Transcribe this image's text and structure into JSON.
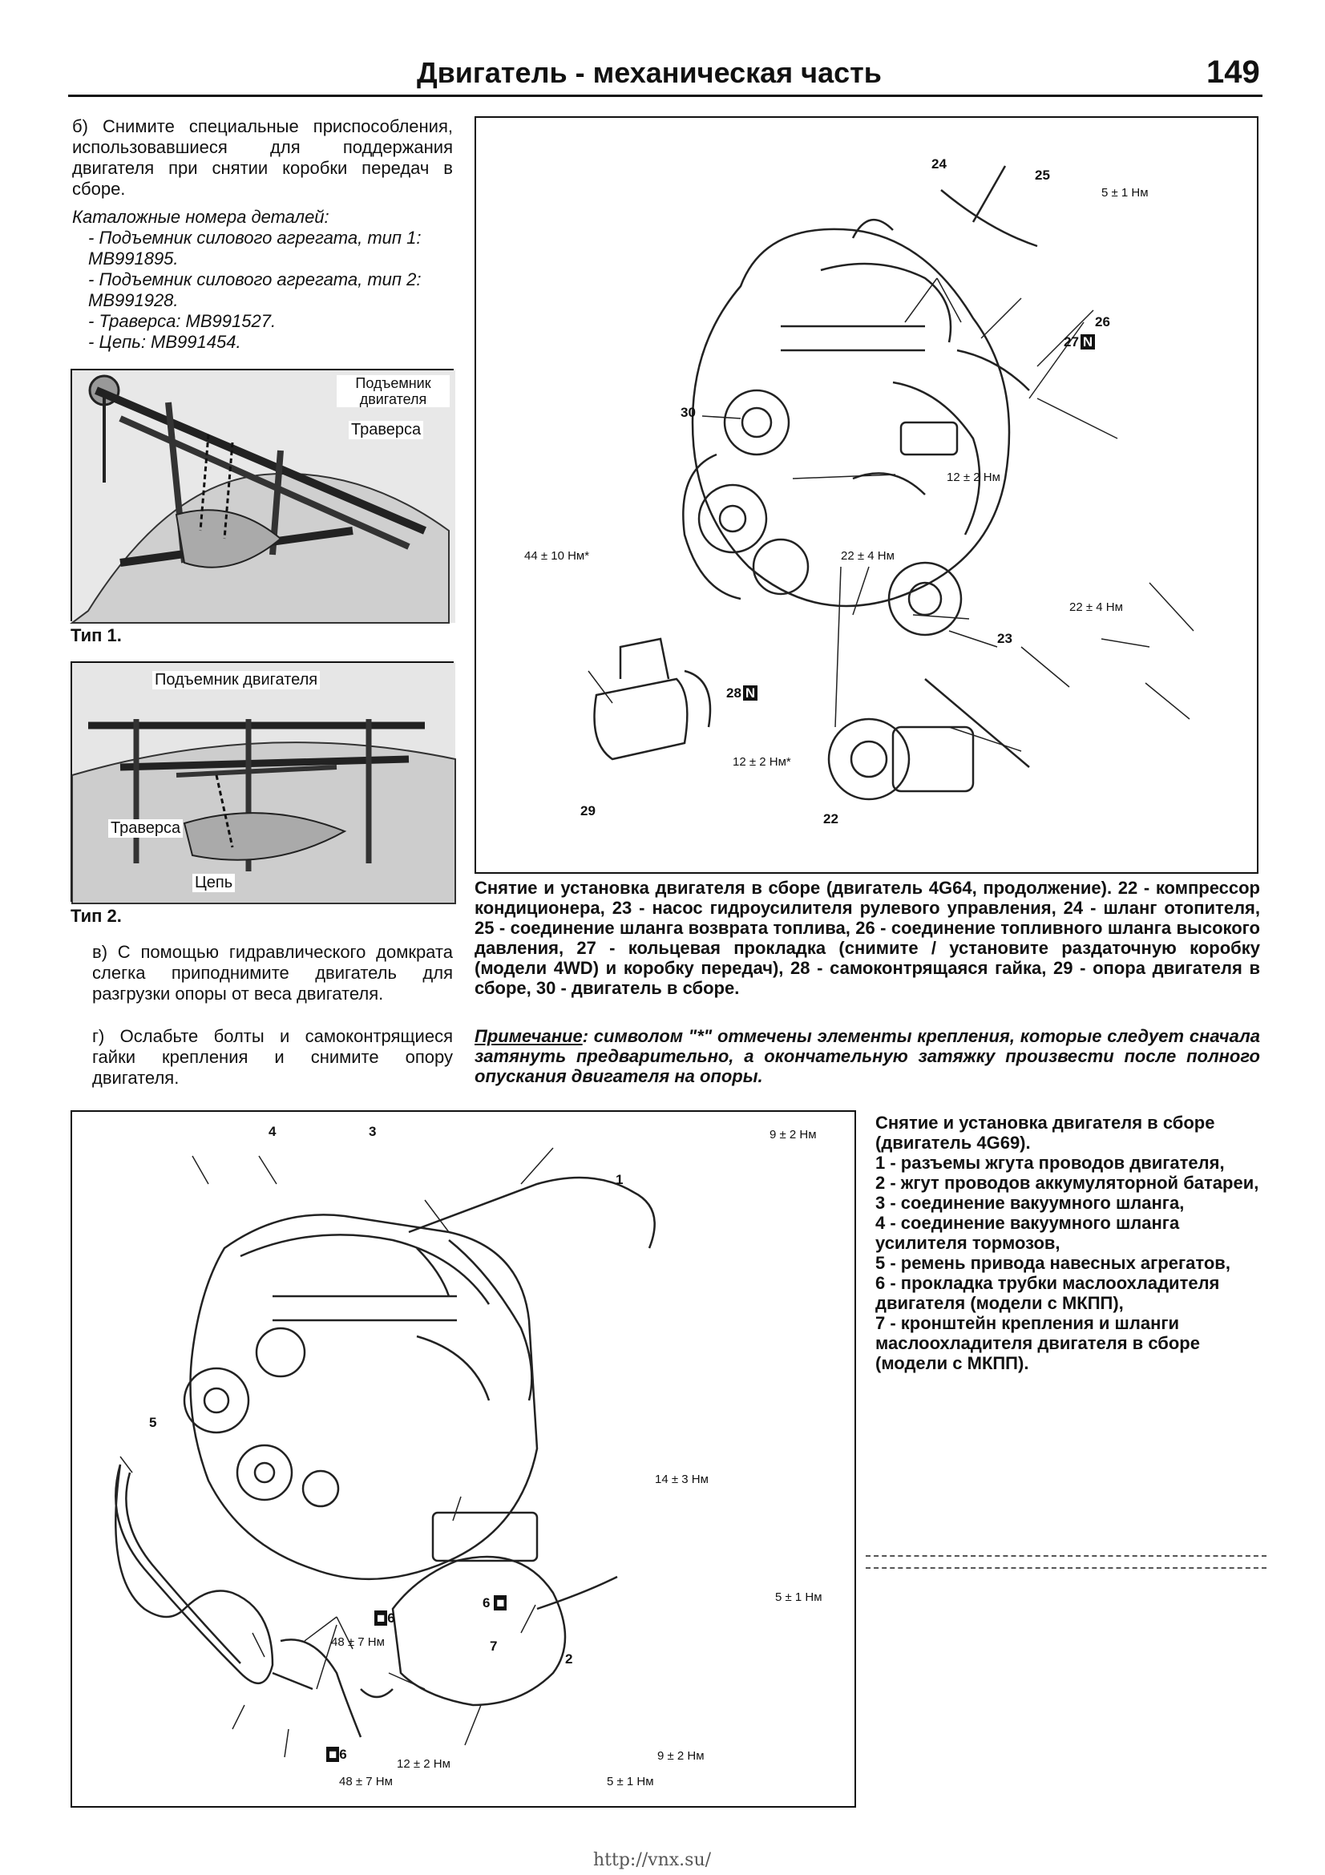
{
  "header": {
    "title": "Двигатель - механическая часть",
    "page_number": "149"
  },
  "left_column": {
    "step_b": "б) Снимите специальные приспособления, использовавшиеся для поддержания двигателя при снятии коробки передач в сборе.",
    "catalog_heading": "Каталожные номера деталей:",
    "catalog_items": [
      "- Подъемник силового агрегата, тип 1: MB991895.",
      "- Подъемник силового агрегата, тип 2: MB991928.",
      "- Траверса: MB991527.",
      "- Цепь: MB991454."
    ],
    "photo1": {
      "label_lift": "Подъемник двигателя",
      "label_beam": "Траверса",
      "caption": "Тип 1."
    },
    "photo2": {
      "label_lift": "Подъемник двигателя",
      "label_beam": "Траверса",
      "label_chain": "Цепь",
      "caption": "Тип 2."
    },
    "step_v": "в) С помощью гидравлического домкрата слегка приподнимите двигатель для разгрузки опоры от веса двигателя.",
    "step_g": "г) Ослабьте болты и самоконтрящиеся гайки крепления и снимите опору двигателя."
  },
  "figure_top": {
    "callouts": {
      "n24": "24",
      "n25": "25",
      "n26": "26",
      "n27": "27",
      "n30": "30",
      "n23": "23",
      "n28": "28",
      "n29": "29",
      "n22": "22",
      "t_5": "5 ± 1 Нм",
      "t_12a": "12 ± 2 Нм",
      "t_44": "44 ± 10 Нм*",
      "t_22a": "22 ± 4 Нм",
      "t_22b": "22 ± 4 Нм",
      "t_12b": "12 ± 2 Нм*",
      "badge_n": "N"
    },
    "caption": "Снятие и установка двигателя в сборе (двигатель 4G64, продолжение). 22 - компрессор кондиционера, 23 - насос гидроусилителя рулевого управления, 24 - шланг отопителя, 25 - соединение шланга возврата топлива, 26 - соединение топливного шланга высокого давления, 27 - кольцевая прокладка (снимите / установите раздаточную коробку (модели 4WD) и коробку передач), 28 - самоконтрящаяся гайка, 29 - опора двигателя в сборе, 30 - двигатель в сборе.",
    "note_label": "Примечание",
    "note_text": ": символом \"*\" отмечены элементы крепления, которые следует сначала затянуть предварительно, а окончательную затяжку произвести после полного опускания двигателя на опоры."
  },
  "figure_bottom": {
    "callouts": {
      "n4": "4",
      "n3": "3",
      "n1": "1",
      "n5": "5",
      "n2": "2",
      "n7": "7",
      "n6a": "6",
      "n6b": "6",
      "n6c": "6",
      "t_9a": "9 ± 2 Нм",
      "t_14": "14 ± 3 Нм",
      "t_5": "5 ± 1 Нм",
      "t_48a": "48 ± 7 Нм",
      "t_48b": "48 ± 7 Нм",
      "t_12": "12 ± 2 Нм",
      "t_9b": "9 ± 2 Нм",
      "t_5b": "5 ± 1 Нм"
    },
    "caption_title": "Снятие и установка двигателя в сборе (двигатель 4G69).",
    "caption_items": [
      "1 - разъемы жгута проводов двигателя,",
      "2 - жгут проводов аккумуляторной батареи,",
      "3 - соединение вакуумного шланга,",
      "4 - соединение вакуумного шланга усилителя тормозов,",
      "5 - ремень привода навесных агрегатов,",
      "6 - прокладка трубки маслоохладителя двигателя (модели с МКПП),",
      "7 - кронштейн крепления и шланги маслоохладителя двигателя в сборе (модели с МКПП)."
    ]
  },
  "footer": {
    "url": "http://vnx.su/"
  }
}
